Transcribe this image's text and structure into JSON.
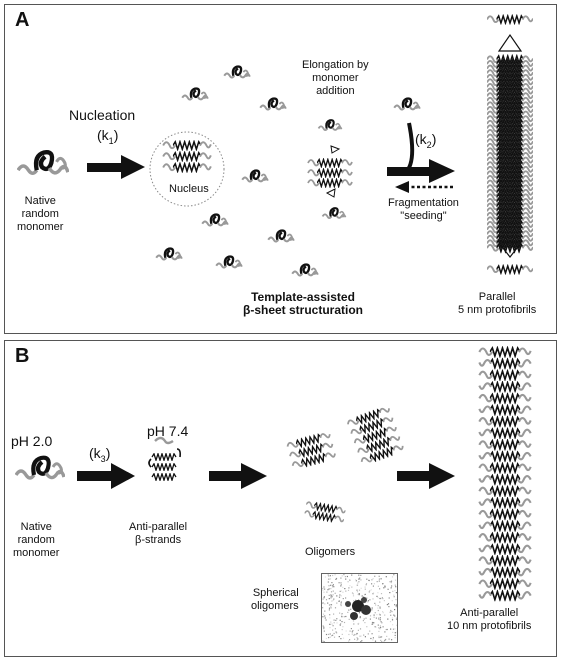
{
  "panel_a": {
    "letter": "A",
    "nucleation": "Nucleation",
    "k1": "(k",
    "k1_sub": "1",
    "k1_close": ")",
    "native": "Native",
    "random_monomer": "random\nmonomer",
    "nucleus": "Nucleus",
    "elongation": "Elongation by\nmonomer\naddition",
    "k2": "(k",
    "k2_sub": "2",
    "k2_close": ")",
    "fragmentation": "Fragmentation\n\"seeding\"",
    "template_line1": "Template-assisted",
    "template_line2": "β-sheet structuration",
    "parallel": "Parallel",
    "protofibrils_5": "5 nm protofibrils"
  },
  "panel_b": {
    "letter": "B",
    "ph_start": "pH 2.0",
    "k3": "(k",
    "k3_sub": "3",
    "k3_close": ")",
    "ph_end": "pH 7.4",
    "native": "Native",
    "random_monomer": "random\nmonomer",
    "anti_strands": "Anti-parallel\nβ-strands",
    "oligomers": "Oligomers",
    "spherical": "Spherical\noligomers",
    "anti_parallel": "Anti-parallel",
    "protofibrils_10": "10 nm protofibrils"
  },
  "colors": {
    "border": "#555555",
    "grey_strand": "#999999",
    "black_strand": "#111111"
  }
}
